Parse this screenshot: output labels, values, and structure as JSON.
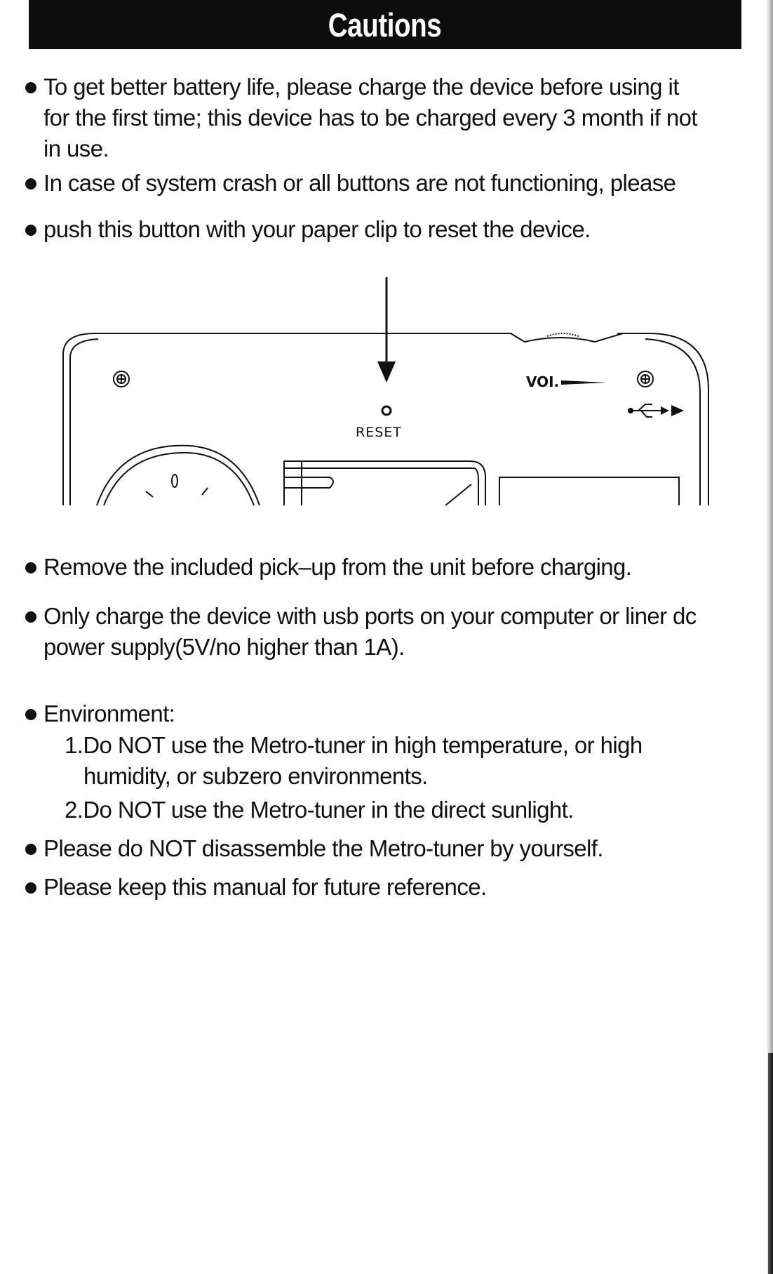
{
  "header": {
    "title": "Cautions"
  },
  "cautions": [
    {
      "lines": [
        "To get better battery life, please charge the device before using it",
        "for the first time; this device has to be charged every 3 month if not",
        "in use."
      ]
    },
    {
      "lines": [
        "In case of system crash or all buttons are not functioning, please"
      ]
    },
    {
      "lines": [
        "push this button with your paper clip to reset the device."
      ]
    }
  ],
  "diagram": {
    "reset_label": "RESET",
    "volume_label": "VOI.",
    "icons": [
      "screw-icon",
      "usb-icon",
      "reset-button-icon",
      "arrow-down-icon",
      "volume-wedge-icon"
    ]
  },
  "charging": [
    {
      "lines": [
        "Remove the included pick–up from the unit before charging."
      ]
    },
    {
      "lines": [
        "Only charge the device with usb ports on your computer or liner dc",
        "power supply(5V/no higher than 1A)."
      ]
    }
  ],
  "environment": {
    "heading": "Environment:",
    "items": [
      {
        "lines": [
          "1.Do NOT use the Metro-tuner in high temperature, or high",
          "humidity, or subzero environments."
        ]
      },
      {
        "lines": [
          "2.Do NOT use the Metro-tuner in the direct sunlight."
        ]
      }
    ]
  },
  "final": [
    {
      "lines": [
        "Please do NOT disassemble the Metro-tuner by yourself."
      ]
    },
    {
      "lines": [
        "Please keep this manual for future reference."
      ]
    }
  ]
}
